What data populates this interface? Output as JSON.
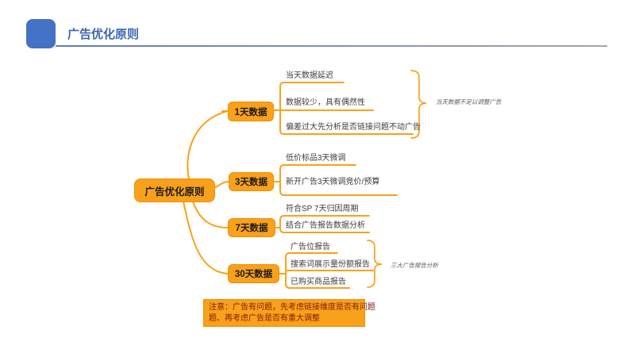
{
  "header": {
    "title": "广告优化原则"
  },
  "mindmap": {
    "root": {
      "label": "广告优化原则"
    },
    "branches": [
      {
        "label": "1天数据",
        "leaves": [
          "当天数据延迟",
          "数据较少，具有偶然性",
          "偏差过大先分析是否链接问题不动广告"
        ],
        "annotation": "当天数据不足以调整广告"
      },
      {
        "label": "3天数据",
        "leaves": [
          "低价标品3天微调",
          "新开广告3天微调竞价/预算"
        ]
      },
      {
        "label": "7天数据",
        "leaves": [
          "符合SP 7天归因周期",
          "结合广告报告数据分析"
        ]
      },
      {
        "label": "30天数据",
        "leaves": [
          "广告位报告",
          "搜索词展示量份额报告",
          "已购买商品报告"
        ],
        "annotation": "三大广告报告分析"
      }
    ]
  },
  "note": {
    "lines": [
      "注意：广告有问题，先考虑链接维度是否有问题",
      "题、再考虑广告是否有重大调整"
    ]
  },
  "colors": {
    "accent_blue": "#4472c4",
    "title_blue": "#3b66b0",
    "orange_fill": "#f9a11b",
    "orange_border": "#ef8d05",
    "leaf_text": "#3c3c3c",
    "annotation_gray": "#595959",
    "note_text": "#7f1d0d"
  }
}
